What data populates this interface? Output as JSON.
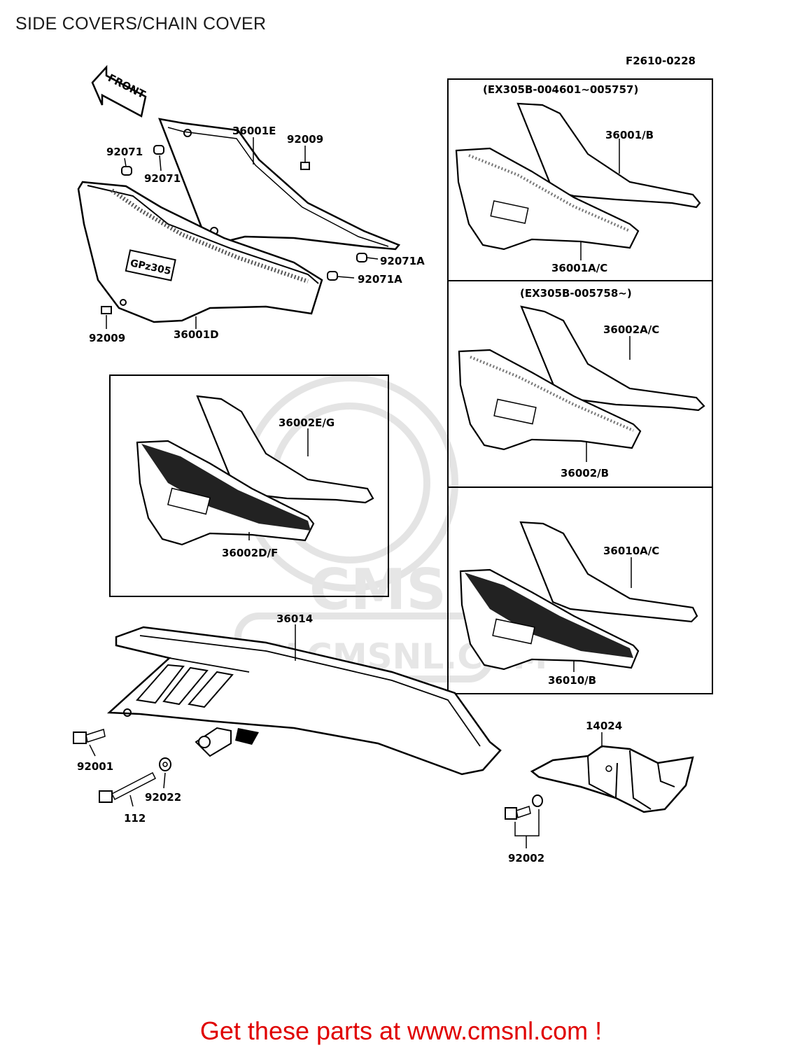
{
  "header": {
    "title": "SIDE COVERS/CHAIN COVER",
    "ref_code": "F2610-0228"
  },
  "front_arrow": {
    "label": "FRONT"
  },
  "watermark": {
    "text": "WWW.CMSNL.COM",
    "logo_text": "CMS"
  },
  "main_labels": {
    "p36001E": "36001E",
    "p92009_top": "92009",
    "p92071_a": "92071",
    "p92071_b": "92071",
    "p92071A_a": "92071A",
    "p92071A_b": "92071A",
    "p92009_bot": "92009",
    "p36001D": "36001D"
  },
  "inset_top_right": {
    "range": "(EX305B-004601∼005757)",
    "upper": "36001/B",
    "lower": "36001A/C"
  },
  "inset_mid_right": {
    "range": "(EX305B-005758∼)",
    "upper": "36002A/C",
    "lower": "36002/B"
  },
  "inset_left": {
    "upper": "36002E/G",
    "lower": "36002D/F"
  },
  "inset_bot_right": {
    "upper": "36010A/C",
    "lower": "36010/B"
  },
  "chain_labels": {
    "p36014": "36014",
    "p92001": "92001",
    "p92022": "92022",
    "p112": "112",
    "p14024": "14024",
    "p92002": "92002"
  },
  "footer": {
    "text": "Get these parts at www.cmsnl.com !"
  }
}
